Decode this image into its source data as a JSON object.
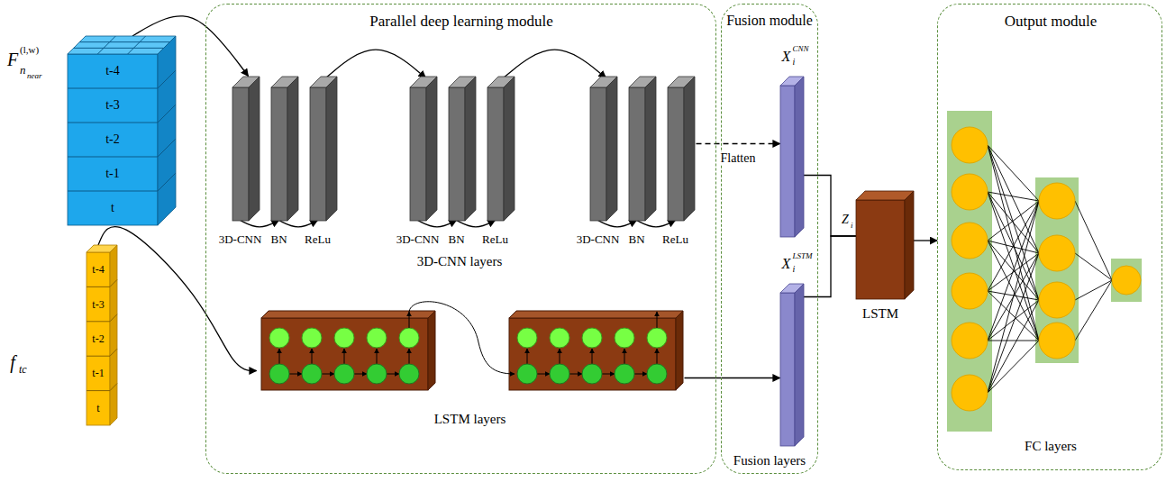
{
  "diagram": {
    "nodes": [
      {
        "text": [
          "Parallel deep learning module"
        ]
      },
      {
        "text": [
          "Fusion module",
          "Fusion layers"
        ]
      },
      {
        "text": [
          "Output module",
          "FC layers"
        ]
      },
      {
        "text": [
          "t-4",
          "t-3",
          "t-2",
          "t-1",
          "t"
        ]
      },
      {
        "text": [
          "t-4",
          "t-3",
          "t-2",
          "t-1",
          "t"
        ]
      },
      {
        "text": [
          "3D-CNN"
        ],
        "in": 0
      },
      {
        "text": [
          "BN"
        ],
        "in": 0
      },
      {
        "text": [
          "ReLu"
        ],
        "in": 0
      },
      {
        "text": [
          "3D-CNN"
        ],
        "in": 0
      },
      {
        "text": [
          "BN"
        ],
        "in": 0
      },
      {
        "text": [
          "ReLu"
        ],
        "in": 0
      },
      {
        "text": [
          "3D-CNN"
        ],
        "in": 0
      },
      {
        "text": [
          "BN"
        ],
        "in": 0
      },
      {
        "text": [
          "ReLu"
        ],
        "in": 0
      },
      {
        "text": [
          "LSTM layers"
        ],
        "in": 0
      },
      {
        "text": [
          "X",
          "i",
          "CNN"
        ],
        "in": 1
      },
      {
        "text": [
          "X",
          "i",
          "LSTM"
        ],
        "in": 1
      },
      {
        "text": [
          "LSTM"
        ]
      }
    ],
    "edges": [
      {
        "from": 3,
        "to": 5,
        "arrow": "to"
      },
      {
        "from": 5,
        "to": 6,
        "arrow": "to"
      },
      {
        "from": 6,
        "to": 7,
        "arrow": "to"
      },
      {
        "from": 7,
        "to": 8,
        "arrow": "to"
      },
      {
        "from": 8,
        "to": 9,
        "arrow": "to"
      },
      {
        "from": 9,
        "to": 10,
        "arrow": "to"
      },
      {
        "from": 10,
        "to": 11,
        "arrow": "to"
      },
      {
        "from": 11,
        "to": 12,
        "arrow": "to"
      },
      {
        "from": 12,
        "to": 13,
        "arrow": "to"
      },
      {
        "from": 13,
        "to": 15,
        "label": "Flatten",
        "arrow": "to"
      },
      {
        "from": 4,
        "to": 14,
        "arrow": "to"
      },
      {
        "from": 14,
        "to": 16,
        "arrow": "to"
      },
      {
        "from": 15,
        "to": 17,
        "arrow": "none"
      },
      {
        "from": 16,
        "to": 17,
        "arrow": "none"
      },
      {
        "from": 17,
        "to": 2,
        "arrow": "to"
      }
    ],
    "labels": [
      "F",
      "(l,w)",
      "n",
      "near",
      "f",
      "tc",
      "3D-CNN layers",
      "Z",
      "i"
    ]
  }
}
